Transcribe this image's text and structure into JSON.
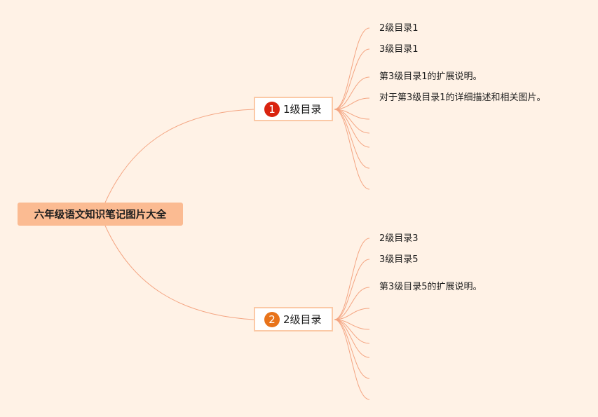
{
  "mindmap": {
    "root": {
      "label": "六年级语文知识笔记图片大全"
    },
    "branches": [
      {
        "badge": "1",
        "badge_color": "#d9230f",
        "label": "1级目录",
        "children": [
          "2级目录1",
          "3级目录1",
          "第3级目录1的扩展说明。",
          "对于第3级目录1的详细描述和相关图片。",
          "",
          "",
          "",
          "",
          ""
        ]
      },
      {
        "badge": "2",
        "badge_color": "#e8731a",
        "label": "2级目录",
        "children": [
          "2级目录3",
          "3级目录5",
          "第3级目录5的扩展说明。",
          "",
          "",
          "",
          "",
          "",
          ""
        ]
      }
    ]
  },
  "colors": {
    "background": "#fff2e6",
    "line": "#f4a582",
    "root_fill": "#fbbb92",
    "branch_border": "#fbc9a6"
  }
}
